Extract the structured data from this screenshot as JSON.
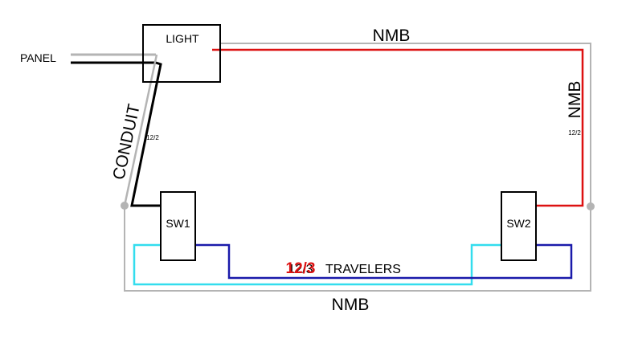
{
  "labels": {
    "light": "LIGHT",
    "panel": "PANEL",
    "conduit": "CONDUIT",
    "conduit_gauge": "12/2",
    "nmb_top": "NMB",
    "nmb_right": "NMB",
    "nmb_right_gauge": "12/2",
    "nmb_bottom": "NMB",
    "sw1": "SW1",
    "sw2": "SW2",
    "travelers_gauge": "12/3",
    "travelers_gauge_overlay": "12/3",
    "travelers": "TRAVELERS"
  },
  "colors": {
    "nmb_sheath": "#b4b4b4",
    "hot": "#dd1111",
    "neutral": "#000000",
    "traveler_a": "#33ddee",
    "traveler_b": "#1a1aaa",
    "gauge_overlay": "#dd1111"
  }
}
